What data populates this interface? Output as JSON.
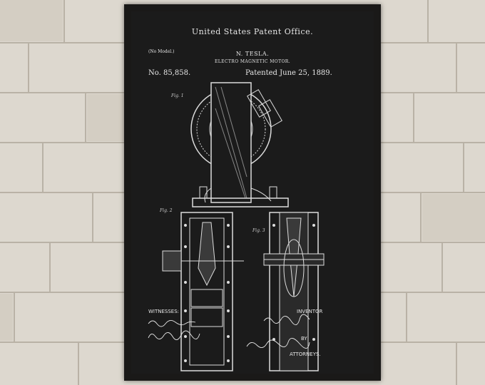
{
  "patent": {
    "office": "United States Patent Office.",
    "model_note": "(No Model.)",
    "inventor": "N. TESLA.",
    "title": "ELECTRO MAGNETIC MOTOR.",
    "number": "No. 85,858.",
    "date": "Patented June 25, 1889."
  },
  "figures": {
    "fig1": "Fig. 1",
    "fig2": "Fig. 2",
    "fig3": "Fig. 3"
  },
  "footer": {
    "witnesses": "WITNESSES:",
    "inventor": "INVENTOR",
    "by": "BY",
    "attorneys": "ATTORNEYS."
  },
  "colors": {
    "wall": "#ddd8cf",
    "frame": "#1a1918",
    "blueprint": "#1b1b1b",
    "ink": "#e6e6e6"
  }
}
